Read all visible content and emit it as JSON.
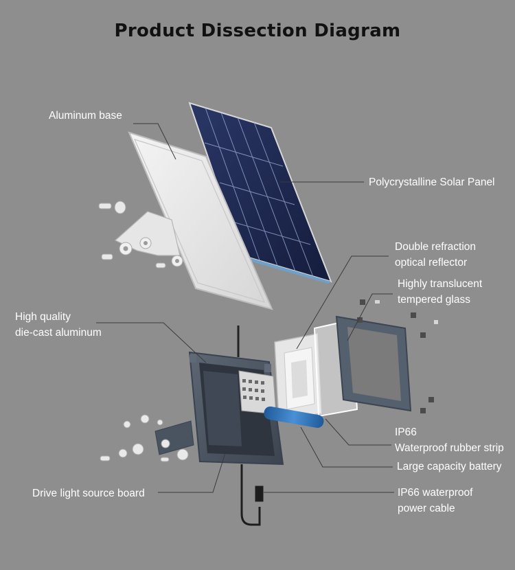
{
  "title": "Product Dissection Diagram",
  "labels": {
    "aluminum_base": "Aluminum base",
    "solar_panel": "Polycrystalline Solar Panel",
    "reflector": [
      "Double refraction",
      "optical reflector"
    ],
    "glass": [
      "Highly translucent",
      "tempered glass"
    ],
    "die_cast": [
      "High quality",
      "die-cast aluminum"
    ],
    "rubber_strip": [
      "IP66",
      "Waterproof rubber strip"
    ],
    "battery": "Large capacity battery",
    "light_board": "Drive light source board",
    "cable": [
      "IP66 waterproof",
      "power cable"
    ]
  },
  "colors": {
    "background": "#8e8e8e",
    "leader_line": "#3a3a3a",
    "solar_cell": "#1f2a52",
    "housing": "#4f5966",
    "battery": "#2f6fb0"
  }
}
